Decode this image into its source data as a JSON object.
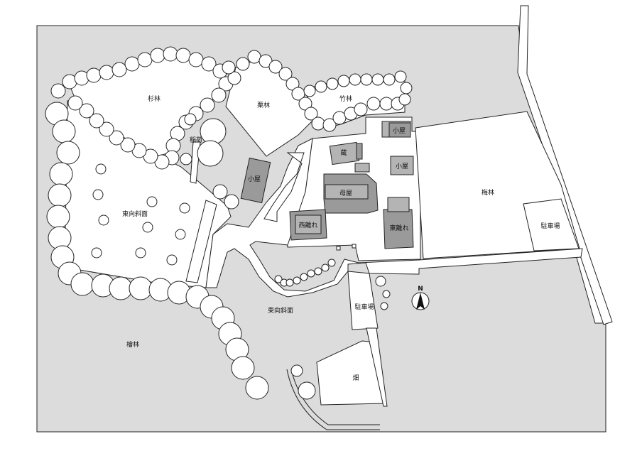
{
  "labels": {
    "sugi": "杉林",
    "kuri": "栗林",
    "take": "竹林",
    "inari": "稲荷",
    "koya_west": "小屋",
    "koya_ne": "小屋",
    "koya_e": "小屋",
    "kura": "蔵",
    "omoya": "母屋",
    "nishi_hanare": "西離れ",
    "higashi_hanare": "東離れ",
    "ume": "梅林",
    "parking_e": "駐車場",
    "slope_upper": "東向斜面",
    "slope_lower": "東向斜面",
    "parking_s": "駐車場",
    "hinoki": "檜林",
    "hatake": "畑"
  },
  "compass": {
    "north": "N"
  }
}
